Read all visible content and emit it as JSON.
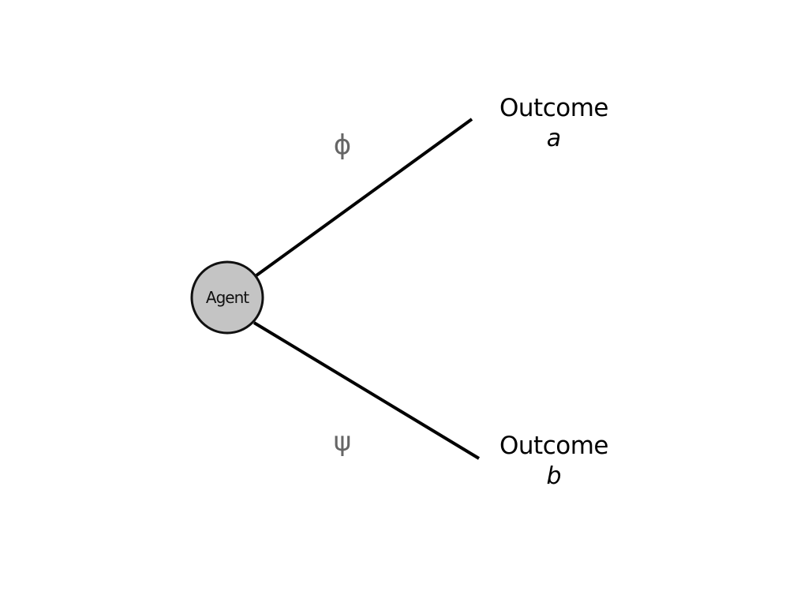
{
  "agent": {
    "label": "Agent",
    "fill": "#c4c4c4",
    "stroke": "#111111"
  },
  "branches": [
    {
      "symbol": "ϕ",
      "color": "#666666"
    },
    {
      "symbol": "ψ",
      "color": "#666666"
    }
  ],
  "outcomes": [
    {
      "title": "Outcome",
      "variable": "a"
    },
    {
      "title": "Outcome",
      "variable": "b"
    }
  ]
}
